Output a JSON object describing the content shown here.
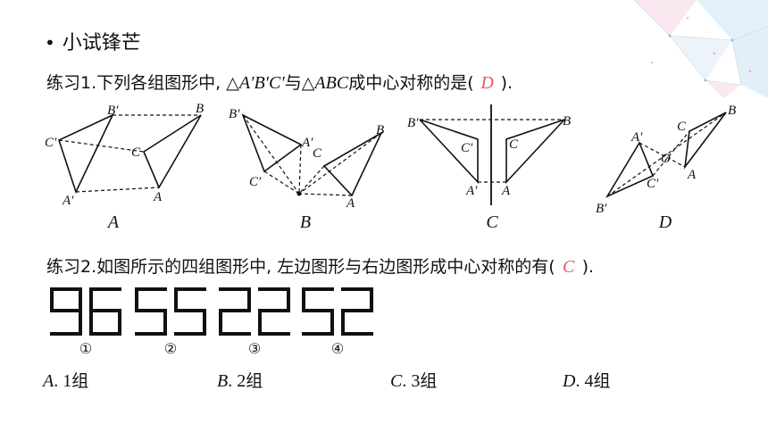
{
  "section": {
    "bullet": "•",
    "title": "小试锋芒"
  },
  "q1": {
    "label": "练习1.",
    "text_a": "下列各组图形中, ",
    "tri1": "△",
    "name1": "A′B′C′",
    "mid": "与",
    "tri2": "△",
    "name2": "ABC",
    "text_b": "成中心对称的是(",
    "answer": "D",
    "end": ")."
  },
  "figures": {
    "captions": [
      "A",
      "B",
      "C",
      "D"
    ],
    "points": {
      "A": "A",
      "B": "B",
      "C": "C",
      "Ap": "A′",
      "Bp": "B′",
      "Cp": "C′",
      "O": "O"
    }
  },
  "q2": {
    "label": "练习2.",
    "text": "如图所示的四组图形中, 左边图形与右边图形成中心对称的有(",
    "answer": "C",
    "end": ").",
    "groups": [
      {
        "digits": "96",
        "mark": "①"
      },
      {
        "digits": "55",
        "mark": "②"
      },
      {
        "digits": "22",
        "mark": "③"
      },
      {
        "digits": "52",
        "mark": "④"
      }
    ]
  },
  "options": [
    {
      "letter": "A",
      "value": ". 1",
      "unit": "组"
    },
    {
      "letter": "B",
      "value": ". 2",
      "unit": "组"
    },
    {
      "letter": "C",
      "value": ". 3",
      "unit": "组"
    },
    {
      "letter": "D",
      "value": ". 4",
      "unit": "组"
    }
  ],
  "colors": {
    "answer": "#e8545d",
    "text": "#111111"
  }
}
